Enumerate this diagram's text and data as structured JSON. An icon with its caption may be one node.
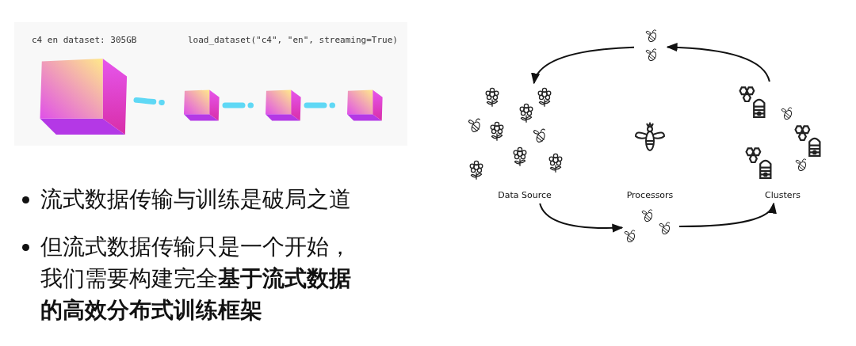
{
  "diagram": {
    "nodes": [
      {
        "text": [
          "Data Source"
        ]
      },
      {
        "text": [
          "Processors"
        ]
      },
      {
        "text": [
          "Clusters"
        ]
      },
      {
        "text": [],
        "shape": "picture"
      },
      {
        "text": [],
        "shape": "picture"
      },
      {
        "text": [],
        "shape": "cube"
      },
      {
        "text": [],
        "shape": "cube"
      },
      {
        "text": [],
        "shape": "cube"
      },
      {
        "text": [],
        "shape": "cube"
      }
    ],
    "edges": [
      {
        "from": 0,
        "to": 3,
        "arrow": "to"
      },
      {
        "from": 3,
        "to": 2,
        "arrow": "to"
      },
      {
        "from": 2,
        "to": 4,
        "arrow": "to"
      },
      {
        "from": 4,
        "to": 0,
        "arrow": "to"
      },
      {
        "from": 5,
        "to": 6,
        "arrow": "none",
        "style": "dashed",
        "color": "#5fd8f5"
      },
      {
        "from": 6,
        "to": 7,
        "arrow": "none",
        "style": "dashed",
        "color": "#5fd8f5"
      },
      {
        "from": 7,
        "to": 8,
        "arrow": "none",
        "style": "dashed",
        "color": "#5fd8f5"
      }
    ],
    "labels": [
      "c4 en dataset: 305GB",
      "load_dataset(\"c4\", \"en\", streaming=True)",
      "流式数据传输与训练是破局之道",
      "但流式数据传输只是一个开始，我们需要构建完全**基于流式数据的高效分布式训练框架**"
    ]
  }
}
